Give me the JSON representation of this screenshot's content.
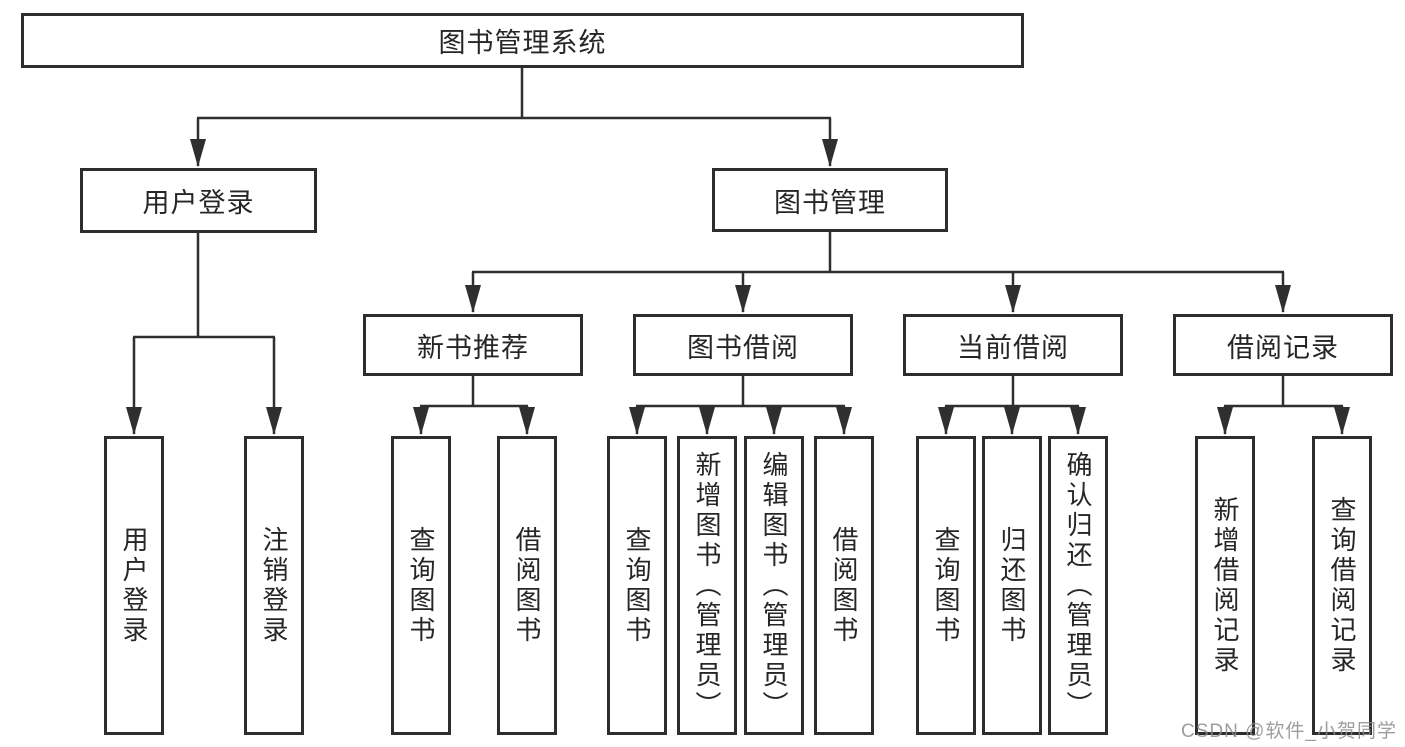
{
  "diagram": {
    "tree": {
      "label": "图书管理系统",
      "children": [
        {
          "label": "用户登录",
          "children": [
            {
              "label": "用户登录"
            },
            {
              "label": "注销登录"
            }
          ]
        },
        {
          "label": "图书管理",
          "children": [
            {
              "label": "新书推荐",
              "children": [
                {
                  "label": "查询图书"
                },
                {
                  "label": "借阅图书"
                }
              ]
            },
            {
              "label": "图书借阅",
              "children": [
                {
                  "label": "查询图书"
                },
                {
                  "label": "新增图书（管理员）"
                },
                {
                  "label": "编辑图书（管理员）"
                },
                {
                  "label": "借阅图书"
                }
              ]
            },
            {
              "label": "当前借阅",
              "children": [
                {
                  "label": "查询图书"
                },
                {
                  "label": "归还图书"
                },
                {
                  "label": "确认归还（管理员）"
                }
              ]
            },
            {
              "label": "借阅记录",
              "children": [
                {
                  "label": "新增借阅记录"
                },
                {
                  "label": "查询借阅记录"
                }
              ]
            }
          ]
        }
      ]
    },
    "watermark": "CSDN @软件_小贺同学",
    "colors": {
      "line": "#2f2f2f",
      "box_border": "#2d2d2d",
      "text": "#262626",
      "background": "#ffffff",
      "watermark": "#8c8c8c"
    }
  }
}
